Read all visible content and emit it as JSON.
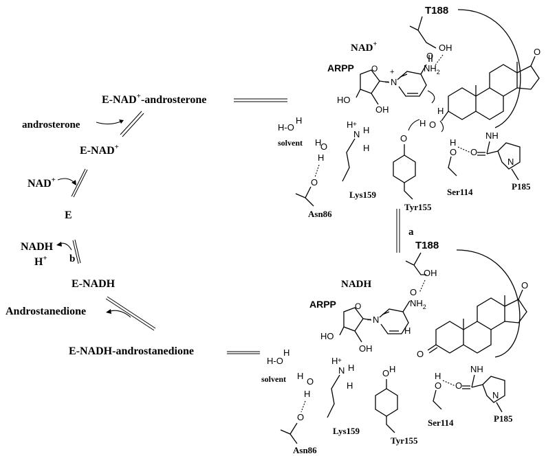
{
  "scheme": {
    "states": {
      "e_nad_andro": "E-NAD",
      "e_nad_andro_sup": "+",
      "e_nad_andro_tail": "-androsterone",
      "e_nad": "E-NAD",
      "e_nad_sup": "+",
      "e": "E",
      "e_nadh": "E-NADH",
      "e_nadh_andione": "E-NADH-androstanedione"
    },
    "ligands": {
      "androsterone": "androsterone",
      "nad": "NAD",
      "nad_sup": "+",
      "nadh": "NADH",
      "h": "H",
      "h_sup": "+",
      "androstanedione": "Androstanedione"
    },
    "step_labels": {
      "a": "a",
      "b": "b"
    }
  },
  "top_panel": {
    "cofactor_label": "NAD",
    "cofactor_sup": "+",
    "arpp": "ARPP",
    "t188": "T188",
    "solvent": "solvent",
    "lys": "Lys159",
    "tyr": "Tyr155",
    "ser": "Ser114",
    "asn": "Asn86",
    "pro": "P185"
  },
  "bottom_panel": {
    "cofactor_label": "NADH",
    "arpp": "ARPP",
    "t188": "T188",
    "solvent": "solvent",
    "lys": "Lys159",
    "tyr": "Tyr155",
    "ser": "Ser114",
    "asn": "Asn86",
    "pro": "P185"
  },
  "atoms": {
    "O": "O",
    "OH": "OH",
    "HO": "HO",
    "H": "H",
    "N": "N",
    "NH": "NH",
    "NH2": "NH",
    "two": "2",
    "plus": "+",
    "dots": "••"
  }
}
